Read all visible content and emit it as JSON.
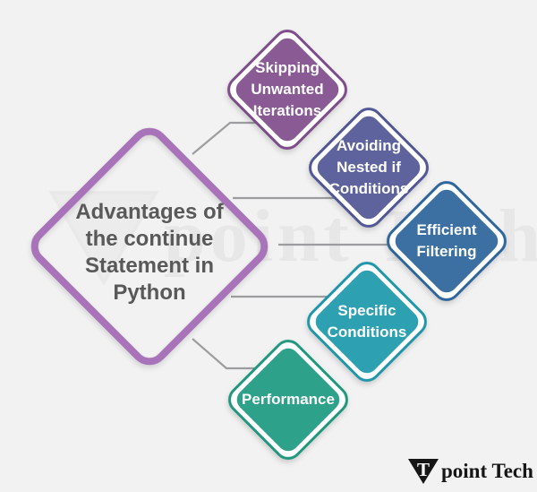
{
  "canvas": {
    "background": "#f2f2f2"
  },
  "main_node": {
    "label": "Advantages of the continue Statement in Python",
    "border_color": "#a873b8",
    "text_color": "#595959"
  },
  "advantage_nodes": [
    {
      "label": "Skipping Unwanted Iterations",
      "fill_color": "#8a5a95",
      "border_color": "#7d4c89"
    },
    {
      "label": "Avoiding Nested if Conditions",
      "fill_color": "#5f639d",
      "border_color": "#515694"
    },
    {
      "label": "Efficient Filtering",
      "fill_color": "#3c70a2",
      "border_color": "#2e659b"
    },
    {
      "label": "Specific Conditions",
      "fill_color": "#2da0b2",
      "border_color": "#1f96a9"
    },
    {
      "label": "Performance",
      "fill_color": "#2da189",
      "border_color": "#21987e"
    }
  ],
  "connector_color": "#9d9da0",
  "node_text_color": "#ffffff",
  "ring_color": "#ffffff",
  "watermark": {
    "text": "point Tech"
  },
  "logo": {
    "mark_letter": "T",
    "name_text": "point Tech",
    "color": "#161616"
  }
}
